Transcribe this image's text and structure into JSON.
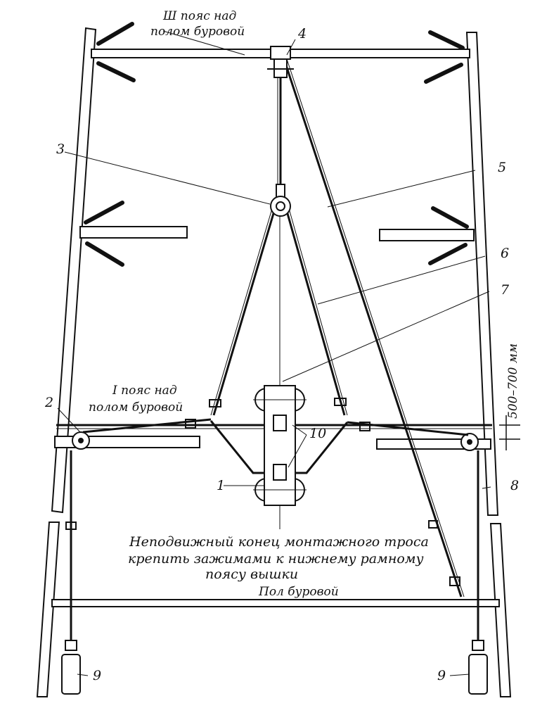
{
  "labels": {
    "top_belt_line1": "Ш пояс над",
    "top_belt_line2": "полом буровой",
    "first_belt_line1": "I пояс над",
    "first_belt_line2": "полом буровой",
    "floor": "Пол буровой",
    "dimension": "500–700 мм",
    "note_line1": "Неподвижный конец монтажного троса",
    "note_line2": "крепить зажимами к нижнему рамному",
    "note_line3": "поясу вышки"
  },
  "callouts": {
    "c1": "1",
    "c2": "2",
    "c3": "3",
    "c4": "4",
    "c5": "5",
    "c6": "6",
    "c7": "7",
    "c8": "8",
    "c9_left": "9",
    "c9_right": "9",
    "c10": "10"
  }
}
